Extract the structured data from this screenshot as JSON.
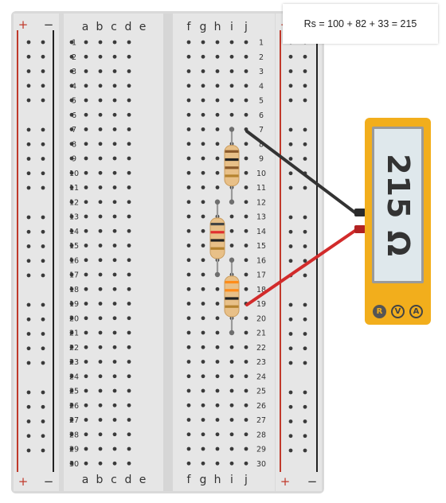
{
  "formula": "Rs = 100 + 82 + 33 = 215",
  "board": {
    "left_rail_labels": {
      "plus": "+",
      "minus": "−"
    },
    "right_rail_labels": {
      "plus": "+",
      "minus": "−"
    },
    "columns_left": [
      "a",
      "b",
      "c",
      "d",
      "e"
    ],
    "columns_right": [
      "f",
      "g",
      "h",
      "i",
      "j"
    ],
    "row_numbers": [
      "1",
      "2",
      "3",
      "4",
      "5",
      "6",
      "7",
      "8",
      "9",
      "10",
      "11",
      "12",
      "13",
      "14",
      "15",
      "16",
      "17",
      "18",
      "19",
      "20",
      "21",
      "22",
      "23",
      "24",
      "25",
      "26",
      "27",
      "28",
      "29",
      "30"
    ],
    "colors": {
      "board": "#e6e6e6",
      "hole": "#3a3a3a",
      "rail_plus": "#c0392b",
      "rail_minus": "#222222"
    }
  },
  "resistors": [
    {
      "name": "resistor-100-ohm",
      "column": "i",
      "row_start": 7,
      "row_end": 12,
      "bands": [
        "#8b5a2b",
        "#222222",
        "#8b5a2b",
        "#b5832f"
      ]
    },
    {
      "name": "resistor-82-ohm",
      "column": "h",
      "row_start": 12,
      "row_end": 17,
      "bands": [
        "#444444",
        "#e03030",
        "#222222",
        "#b5832f"
      ]
    },
    {
      "name": "resistor-33-ohm",
      "column": "i",
      "row_start": 16,
      "row_end": 21,
      "bands": [
        "#ff8c1a",
        "#ff8c1a",
        "#222222",
        "#b5832f"
      ]
    }
  ],
  "probes": {
    "black_color": "#333333",
    "red_color": "#d22b2b"
  },
  "meter": {
    "reading": "215 Ω",
    "body_color": "#f2ae1c",
    "modes": [
      "R",
      "V",
      "A"
    ],
    "active_mode": "R"
  }
}
